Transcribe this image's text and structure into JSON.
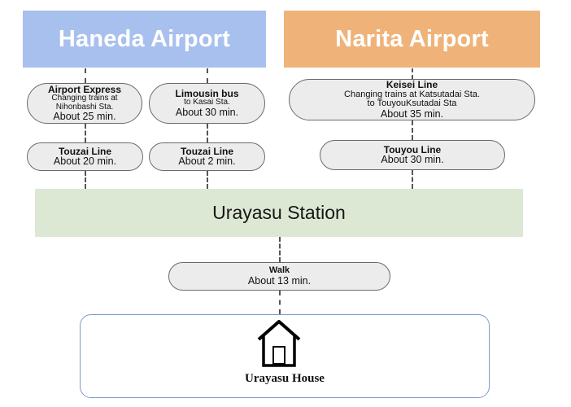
{
  "airports": {
    "haneda": {
      "label": "Haneda Airport",
      "color": "#a8c0ee"
    },
    "narita": {
      "label": "Narita Airport",
      "color": "#efb37a"
    }
  },
  "routes": {
    "airport_express": {
      "title": "Airport Express",
      "sub": "Changing trains at Nihonbashi Sta.",
      "time": "About 25 min."
    },
    "limousin_bus": {
      "title": "Limousin bus",
      "sub": "to Kasai Sta.",
      "time": "About 30 min."
    },
    "keisei_line": {
      "title": "Keisei Line",
      "sub1": "Changing trains at Katsutadai Sta.",
      "sub2": "to TouyouKsutadai Sta",
      "time": "About 35 min."
    },
    "touzai_line_1": {
      "title": "Touzai Line",
      "time": "About 20 min."
    },
    "touzai_line_2": {
      "title": "Touzai Line",
      "time": "About 2 min."
    },
    "touyou_line": {
      "title": "Touyou Line",
      "time": "About 30 min."
    },
    "walk": {
      "title": "Walk",
      "time": "About 13 min."
    }
  },
  "station": {
    "label": "Urayasu Station",
    "color": "#dde8d4"
  },
  "destination": {
    "label": "Urayasu House",
    "icon": "house-icon"
  }
}
